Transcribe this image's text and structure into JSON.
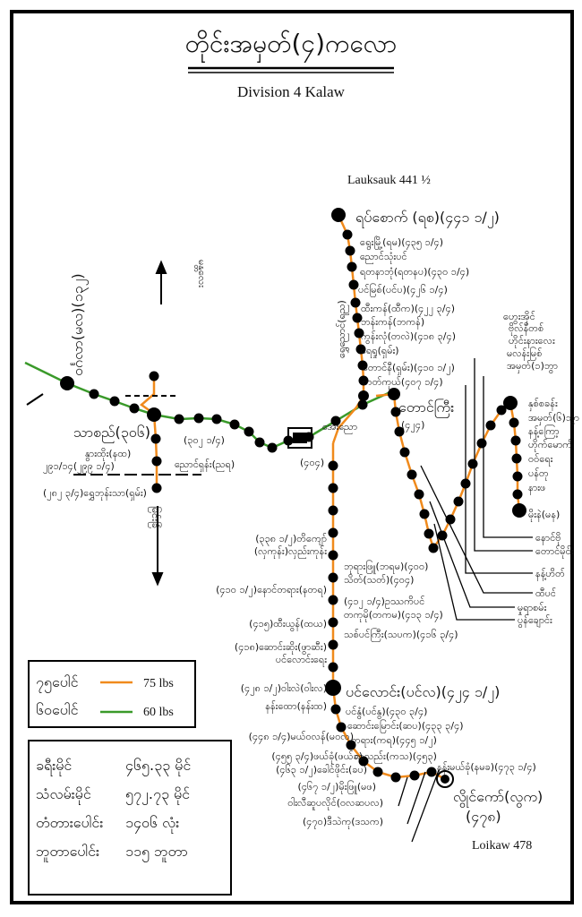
{
  "title": "တိုင်းအမှတ်(၄)ကလော",
  "subtitle": "Division 4 Kalaw",
  "colors": {
    "track_75lbs": "#f08a1c",
    "track_60lbs": "#3a9a2a",
    "station": "#000000"
  },
  "terminals": {
    "north_en": "Lauksauk 441 ½",
    "south_en": "Loikaw 478"
  },
  "north_line": [
    "ရပ်စောက် (ရစ)(၄၄၁ ၁/၂)",
    "ရွေးမြို့(ရမ)(၄၃၅ ၁/၄)",
    "ညောင်သုံးပင်",
    "ရတနာဘုံ(ရတနပ)(၄၃၀ ၁/၄)",
    "ပင်မြစ်(ပင်ပ)(၄၂၆ ၁/၄)",
    "ထီးကန်(ထီက)(၄၂၂ ၃/၄)",
    "ဘန်းကန်(ဘကန်)",
    "ကွန်းလုံ(တလဲ)(၄၁၈ ၃/၄)",
    "ရေရှု(ရှမ်း)",
    "တောင်နီ(ရှမ်း)(၄၁၀ ၁/၂)",
    "ဟတ်ကုယ်(၄၀၇ ၁/၄)"
  ],
  "junctions": {
    "taunggyi": "တောင်ကြီး",
    "taunggyi_mile": "(၄၂၄)",
    "aungban": "အေးညော",
    "aungban_mile": "(၄၀၄)",
    "thazi": "သာစည်(၃၀၆)",
    "pinlaung": "ပင်လောင်း(ပင်လ)(၄၂၄ ၁/၂)",
    "loikaw": "လွိုင်ကော်(လွက)",
    "loikaw_mile": "(၄၇၈)",
    "shwenyaung": "နှစ်စခန်း",
    "moene": "မိုးနဲ(မန)"
  },
  "south_line_right": [
    "ဘုရားဖြူ(ဘရမ)(၄၀၀)",
    "သိတ်(သတ်)(၄၀၄)",
    "(၄၁၂ ၁/၄)ဥဿကိပင်",
    "တကုမို(တကမ)(၄၁၃ ၁/၄)",
    "သစ်ပင်ကြီး(သပက)(၄၁၆ ၃/၄)",
    "ပင်နွံ(ပင်နွ)(၄၃၀ ၃/၄)",
    "ဆောင်းမြောင်း(ဆပ)(၄၃၃ ၃/၄)",
    "တရား(ကရ)(၄၄၅ ၁/၂)",
    "ကသည်း(ကသ)(၄၅၃)",
    "နန်းမယ်ခုံ(နမခ)(၄၇၃ ၁/၄)"
  ],
  "south_line_left": [
    "(၃၃၈ ၁/၂)တိကျော်",
    "(လှကုန်း)လှည်းကုန်း",
    "(၄၁၀ ၁/၂)နောင်တရား(နတရ)",
    "(၄၁၅)ထီးယွန်(ထယ)",
    "(၄၁၈)ဆောင်းဆိုး(ဖွာဆီး)",
    "ပင်လောင်းရေး",
    "(၄၂၈ ၁/၂)ဝါးလဲ(ဝါးလ)",
    "နန်းထော(နန်းထ)",
    "(၄၄၈ ၁/၄)မယ်ဝလန်(မဝလ)",
    "(၄၅၅ ၃/၄)ဖယ်ခုံ(ဖယ်ခ)",
    "(၄၆၃ ၁/၂)ခေါင်ဖိုင်း(ခပ)",
    "(၄၆၇ ၁/၂)မိုးဖြူ(မဖ)",
    "ဝါးလီဆူပလိုင်(ဝလဆပလ)",
    "(၄၇၀)ဒီသဲကု(ဒသက)"
  ],
  "west_line": [
    "နွားထိုး(နထ)",
    "(၃၀၂ ၁/၄)",
    "ညောင်ရှန်း(ညရ)",
    "၂၉၁/၁၄(၂၉၉ ၁/၄)",
    "(၂၈၂ ၃/၄)ရွှေဘုန်းသာ(ရှမ်း)"
  ],
  "east_column": [
    "ဟွေးအိုင်",
    "ဗိုလ်နီတစ်",
    "ဟိုင်းနားလေး",
    "မလန်းမြစ်",
    "အမှတ်(၁)ဘွာ",
    "အမှတ်(၆)ဘွာ",
    "နန့်ကြော့",
    "ဟိုက်မောက်",
    "ဝဝ်ရေး",
    "ပန်တု",
    "နားဖ"
  ],
  "east_leaders": [
    "နောင်ဗို",
    "တောင်မိုင်း",
    "နန့်ဟိတ်",
    "ထီပင်",
    "မှုရာစမ်း",
    "ပွန်ချောင်း"
  ],
  "vertical_labels": [
    "ဝင်္ဂလာ(မလ)(၁၃၂)",
    "ရွှေညောင်(ရည)",
    "မန္တလေး",
    "မြင်းခြံ"
  ],
  "legend": [
    {
      "label": "၇၅ပေါင်",
      "value": "75 lbs",
      "color": "#f08a1c"
    },
    {
      "label": "၆၀ပေါင်",
      "value": "60 lbs",
      "color": "#3a9a2a"
    }
  ],
  "stats": [
    {
      "label": "ခရီးမိုင်",
      "value": "၄၆၅.၃၃ မိုင်"
    },
    {
      "label": "သံလမ်းမိုင်",
      "value": "၅၇၂.၇၃ မိုင်"
    },
    {
      "label": "တံတားပေါင်း",
      "value": "၁၄၀၆ လုံး"
    },
    {
      "label": "ဘူတာပေါင်း",
      "value": "၁၁၅ ဘူတာ"
    }
  ]
}
